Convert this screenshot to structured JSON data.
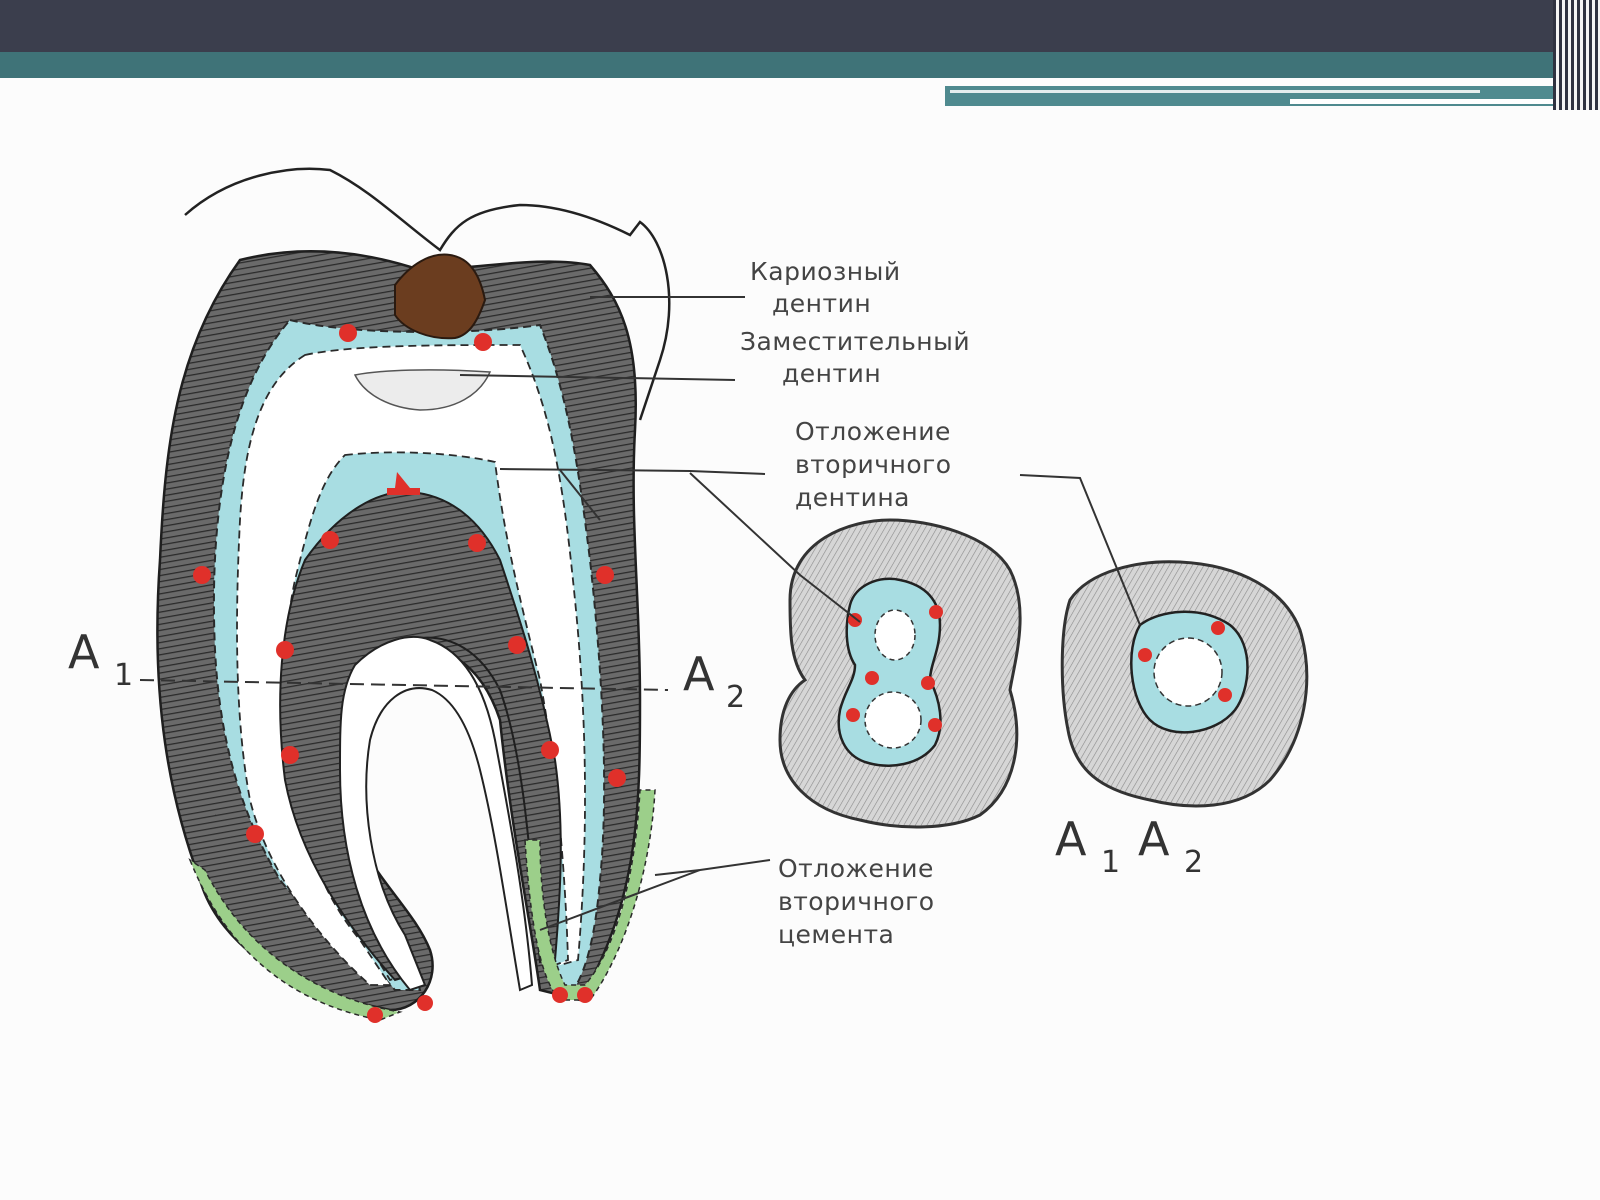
{
  "labels": {
    "carious_l1": "Кариозный",
    "carious_l2": "дентин",
    "replacement_l1": "Заместительный",
    "replacement_l2": "дентин",
    "secondary_dentin_l1": "Отложение",
    "secondary_dentin_l2": "вторичного",
    "secondary_dentin_l3": "дентина",
    "secondary_cement_l1": "Отложение",
    "secondary_cement_l2": "вторичного",
    "secondary_cement_l3": "цемента"
  },
  "section_marks": {
    "a_left": "A",
    "a_left_sub": "1",
    "a_right": "A",
    "a_right_sub": "2",
    "cs_label_1": "A",
    "cs_label_1_sub": "1",
    "cs_label_2": "A",
    "cs_label_2_sub": "2"
  },
  "colors": {
    "header_dark": "#3b3e4d",
    "header_teal": "#3f7378",
    "dentin": "#5a5a5a",
    "secondary_dentin": "#a8dde2",
    "carious": "#6b3d1f",
    "cement": "#9ccf8a",
    "marker": "#e0302a"
  }
}
